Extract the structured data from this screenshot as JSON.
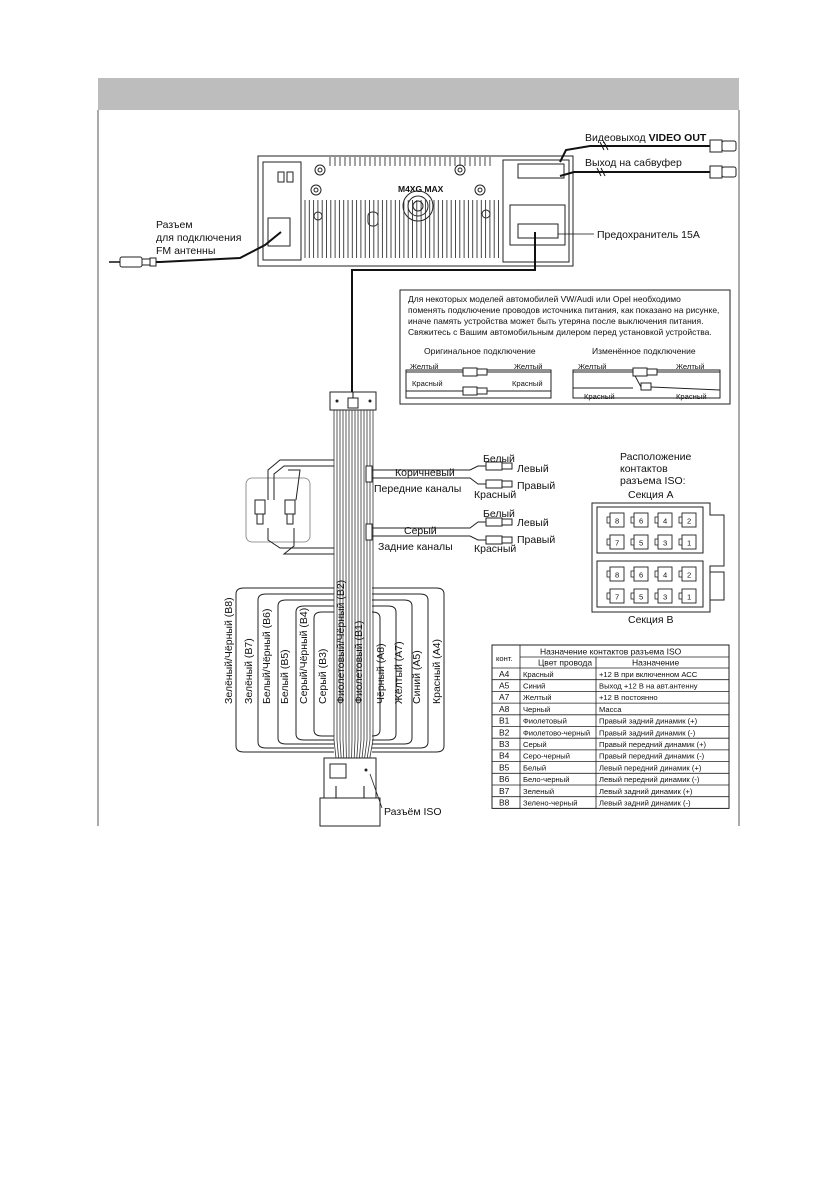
{
  "labels": {
    "video_out_prefix": "Видеовыход ",
    "video_out_bold": "VIDEO OUT",
    "subwoofer": "Выход на сабвуфер",
    "fuse": "Предохранитель 15А",
    "model_mark": "M4XG MAX",
    "antenna": [
      "Разъем",
      "для подключения",
      "FM антенны"
    ],
    "note": [
      "Для некоторых моделей автомобилей VW/Audi или Opel необходимо",
      "поменять подключение проводов источника питания, как показано на рисунке,",
      "иначе память устройства может быть утеряна после выключения питания.",
      "Свяжитесь с Вашим автомобильным дилером перед установкой устройства."
    ],
    "original": "Оригинальное подключение",
    "modified": "Изменённое подключение",
    "yellow": "Желтый",
    "red": "Красный",
    "brown": "Коричневый",
    "front": "Передние каналы",
    "grey": "Серый",
    "rear": "Задние каналы",
    "white": "Белый",
    "left": "Левый",
    "right": "Правый",
    "red_rca": "Красный",
    "iso_layout": [
      "Расположение",
      "контактов",
      "разъема ISO:"
    ],
    "section_a": "Секция А",
    "section_b": "Секция В",
    "iso_connector": "Разъём ISO"
  },
  "wires": [
    "Зелёный/Чёрный (В8)",
    "Зелёный (В7)",
    "Белый/Чёрный (В6)",
    "Белый (В5)",
    "Серый/Чёрный (В4)",
    "Серый (В3)",
    "Фиолетовый/Чёрный (В2)",
    "Фиолетовый (В1)",
    "Чёрный (А8)",
    "Жёлтый (А7)",
    "Синий (А5)",
    "Красный (А4)"
  ],
  "pins_a": [
    "8",
    "6",
    "4",
    "2",
    "7",
    "5",
    "3",
    "1"
  ],
  "pins_b": [
    "8",
    "6",
    "4",
    "2",
    "7",
    "5",
    "3",
    "1"
  ],
  "table": {
    "title": "Назначение контактов разъема ISO",
    "col_pin": "конт.",
    "col_color": "Цвет провода",
    "col_purpose": "Назначение",
    "rows": [
      {
        "pin": "A4",
        "color": "Красный",
        "purpose": "+12 В при включенном АСС"
      },
      {
        "pin": "A5",
        "color": "Синий",
        "purpose": "Выход +12 В на авт.антенну"
      },
      {
        "pin": "A7",
        "color": "Желтый",
        "purpose": "+12 В постоянно"
      },
      {
        "pin": "A8",
        "color": "Черный",
        "purpose": "Масса"
      },
      {
        "pin": "B1",
        "color": "Фиолетовый",
        "purpose": "Правый задний динамик (+)"
      },
      {
        "pin": "B2",
        "color": "Фиолетово-черный",
        "purpose": "Правый задний динамик (-)"
      },
      {
        "pin": "B3",
        "color": "Серый",
        "purpose": "Правый передний динамик (+)"
      },
      {
        "pin": "B4",
        "color": "Серо-черный",
        "purpose": "Правый передний динамик (-)"
      },
      {
        "pin": "B5",
        "color": "Белый",
        "purpose": "Левый передний динамик (+)"
      },
      {
        "pin": "B6",
        "color": "Белo-черный",
        "purpose": "Левый передний динамик (-)"
      },
      {
        "pin": "B7",
        "color": "Зеленый",
        "purpose": "Левый задний динамик (+)"
      },
      {
        "pin": "B8",
        "color": "Зелено-черный",
        "purpose": "Левый задний динамик (-)"
      }
    ]
  },
  "colors": {
    "header_bar": "#bdbdbd",
    "line": "#222222"
  }
}
